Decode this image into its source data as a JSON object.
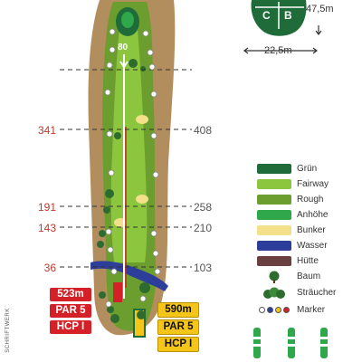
{
  "hole": {
    "green_entry_distance": "80",
    "left_distances": [
      "341",
      "191",
      "143",
      "36"
    ],
    "right_distances": [
      "408",
      "258",
      "210",
      "103"
    ]
  },
  "info": {
    "red_tee": {
      "length": "523m",
      "par": "PAR 5",
      "hcp": "HCP I",
      "color": "#d42027"
    },
    "yellow_tee": {
      "length": "590m",
      "par": "PAR 5",
      "hcp": "HCP I",
      "color": "#f5c518"
    }
  },
  "green_detail": {
    "zone_c": "C",
    "zone_b": "B",
    "depth": "47,5m",
    "width": "22,5m"
  },
  "legend": [
    {
      "label": "Grün",
      "type": "swatch",
      "color": "#1f6b3a"
    },
    {
      "label": "Fairway",
      "type": "swatch",
      "color": "#8cc63f"
    },
    {
      "label": "Rough",
      "type": "swatch",
      "color": "#6b9e2e"
    },
    {
      "label": "Anhöhe",
      "type": "swatch",
      "color": "#2ea84a"
    },
    {
      "label": "Bunker",
      "type": "swatch",
      "color": "#f3e08a"
    },
    {
      "label": "Wasser",
      "type": "swatch",
      "color": "#2c3e99"
    },
    {
      "label": "Hütte",
      "type": "swatch",
      "color": "#6b3f3f"
    },
    {
      "label": "Baum",
      "type": "tree-icon"
    },
    {
      "label": "Sträucher",
      "type": "shrub-icon"
    },
    {
      "label": "Marker",
      "type": "marker-dots",
      "colors": [
        "#ffffff",
        "#2c3e99",
        "#f5c518",
        "#d42027"
      ]
    }
  ],
  "watermark": "SCHRIFTWERK"
}
